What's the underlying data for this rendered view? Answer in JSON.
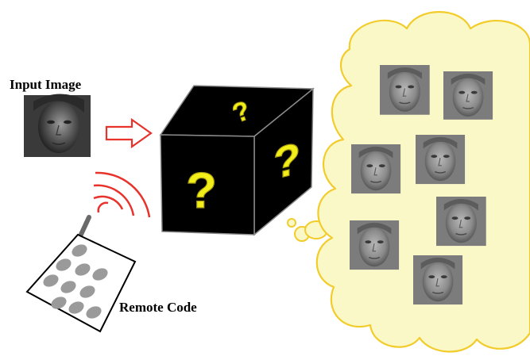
{
  "labels": {
    "input_image": "Input Image",
    "remote_code": "Remote Code",
    "box_mark": "?"
  },
  "icons": {
    "input_face": "face-photo-icon",
    "arrow": "right-arrow-icon",
    "signal": "wireless-signal-icon",
    "remote": "remote-control-icon",
    "box": "black-box-icon",
    "cloud": "thought-cloud-icon",
    "output_face": "face-thumbnail-icon"
  },
  "colors": {
    "arrow": "#e8322c",
    "signal": "#e8322c",
    "box": "#000000",
    "question_mark": "#f2ee1a",
    "cloud_fill": "#fbf8c8",
    "cloud_stroke": "#f2cc2a",
    "remote_key": "#9a9a9a"
  },
  "cloud_faces": [
    {
      "id": "face-1"
    },
    {
      "id": "face-2"
    },
    {
      "id": "face-3"
    },
    {
      "id": "face-4"
    },
    {
      "id": "face-5"
    },
    {
      "id": "face-6"
    },
    {
      "id": "face-7"
    }
  ],
  "remote_keys": 10
}
